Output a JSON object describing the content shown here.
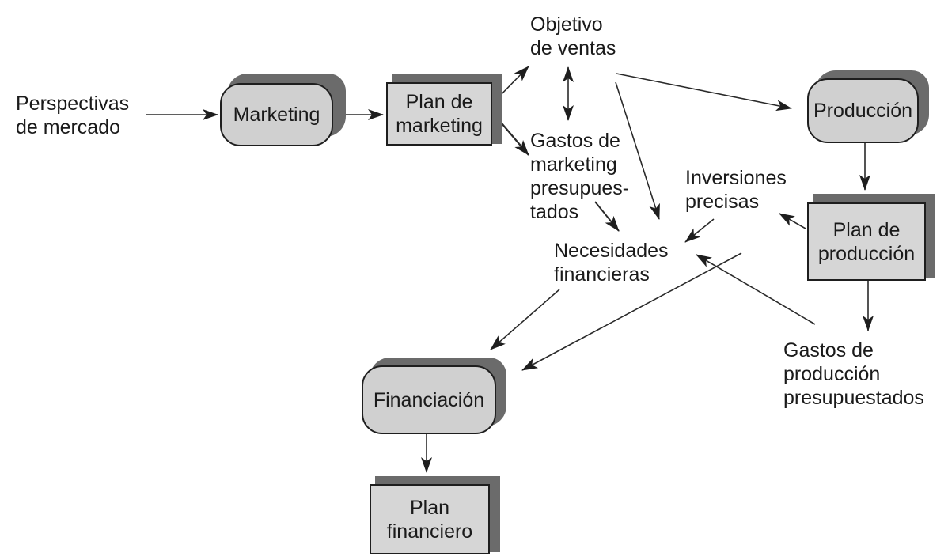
{
  "diagram": {
    "nodes": {
      "marketing": "Marketing",
      "plan_marketing": "Plan de\nmarketing",
      "produccion": "Producción",
      "plan_produccion": "Plan de\nproducción",
      "financiacion": "Financiación",
      "plan_financiero": "Plan\nfinanciero"
    },
    "labels": {
      "perspectivas": "Perspectivas\nde mercado",
      "objetivo_ventas": "Objetivo\nde ventas",
      "gastos_marketing": "Gastos de\nmarketing\npresupues-\ntados",
      "inversiones": "Inversiones\nprecisas",
      "necesidades": "Necesidades\nfinancieras",
      "gastos_produccion": "Gastos de\nproducción\npresupuestados"
    },
    "edges": [
      {
        "from": "Perspectivas de mercado",
        "to": "Marketing"
      },
      {
        "from": "Marketing",
        "to": "Plan de marketing"
      },
      {
        "from": "Plan de marketing",
        "to": "Objetivo de ventas"
      },
      {
        "from": "Plan de marketing",
        "to": "Gastos de marketing presupuestados"
      },
      {
        "from": "Objetivo de ventas",
        "to": "Gastos de marketing presupuestados",
        "bidirectional": true
      },
      {
        "from": "Objetivo de ventas",
        "to": "Producción"
      },
      {
        "from": "Objetivo de ventas",
        "to": "Necesidades financieras"
      },
      {
        "from": "Gastos de marketing presupuestados",
        "to": "Necesidades financieras"
      },
      {
        "from": "Producción",
        "to": "Plan de producción"
      },
      {
        "from": "Plan de producción",
        "to": "Inversiones precisas"
      },
      {
        "from": "Inversiones precisas",
        "to": "Necesidades financieras"
      },
      {
        "from": "Gastos de producción presupuestados",
        "to": "Necesidades financieras"
      },
      {
        "from": "Plan de producción",
        "to": "Gastos de producción presupuestados"
      },
      {
        "from": "Plan de producción",
        "to": "Financiación"
      },
      {
        "from": "Necesidades financieras",
        "to": "Financiación"
      },
      {
        "from": "Financiación",
        "to": "Plan financiero"
      }
    ]
  }
}
